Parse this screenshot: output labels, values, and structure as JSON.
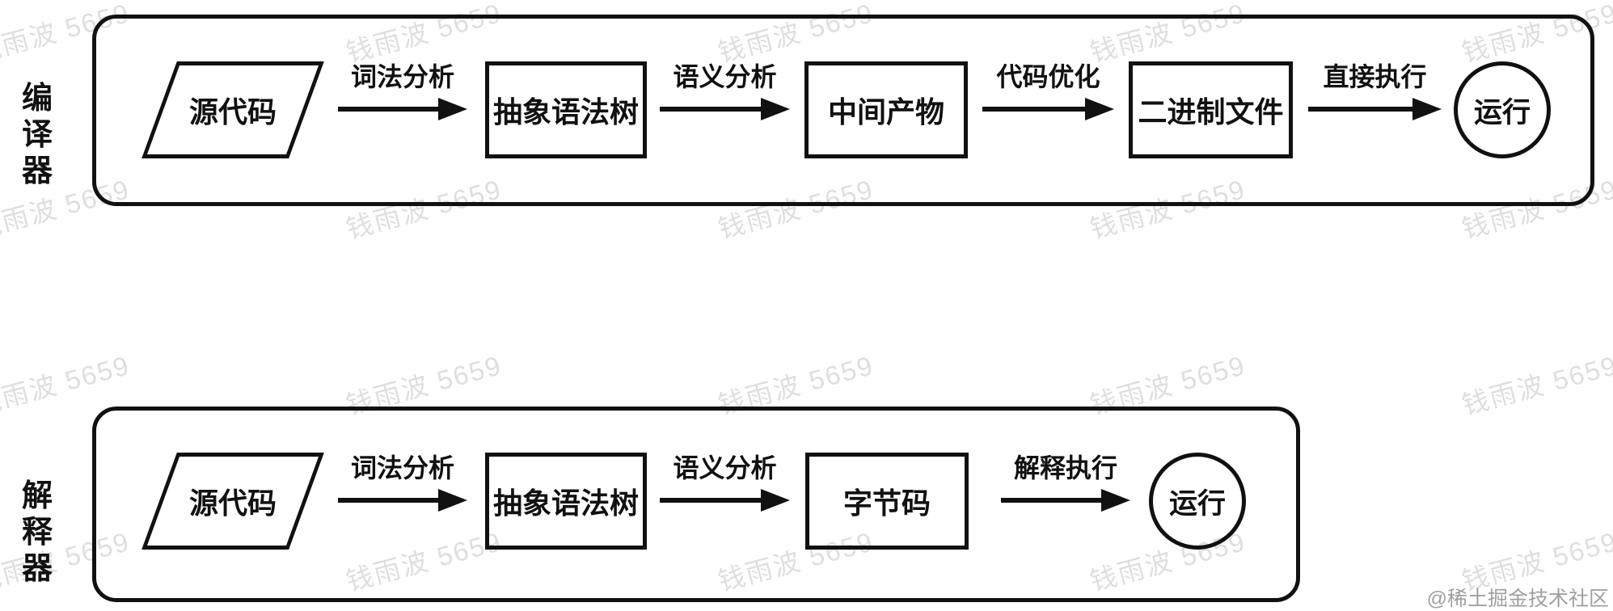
{
  "watermark": {
    "text": "钱雨波 5659"
  },
  "attribution": {
    "text": "@稀土掘金技术社区"
  },
  "colors": {
    "stroke": "#111111",
    "background": "#ffffff",
    "watermark": "rgba(0,0,0,0.13)",
    "attribution": "rgba(0,0,0,0.38)"
  },
  "diagrams": [
    {
      "id": "compiler",
      "side_label": "编译器",
      "nodes": [
        {
          "shape": "parallelogram",
          "label": "源代码"
        },
        {
          "shape": "rectangle",
          "label": "抽象语法树"
        },
        {
          "shape": "rectangle",
          "label": "中间产物"
        },
        {
          "shape": "rectangle",
          "label": "二进制文件"
        },
        {
          "shape": "circle",
          "label": "运行"
        }
      ],
      "edges": [
        {
          "label": "词法分析"
        },
        {
          "label": "语义分析"
        },
        {
          "label": "代码优化"
        },
        {
          "label": "直接执行"
        }
      ]
    },
    {
      "id": "interpreter",
      "side_label": "解释器",
      "nodes": [
        {
          "shape": "parallelogram",
          "label": "源代码"
        },
        {
          "shape": "rectangle",
          "label": "抽象语法树"
        },
        {
          "shape": "rectangle",
          "label": "字节码"
        },
        {
          "shape": "circle",
          "label": "运行"
        }
      ],
      "edges": [
        {
          "label": "词法分析"
        },
        {
          "label": "语义分析"
        },
        {
          "label": "解释执行"
        }
      ]
    }
  ]
}
